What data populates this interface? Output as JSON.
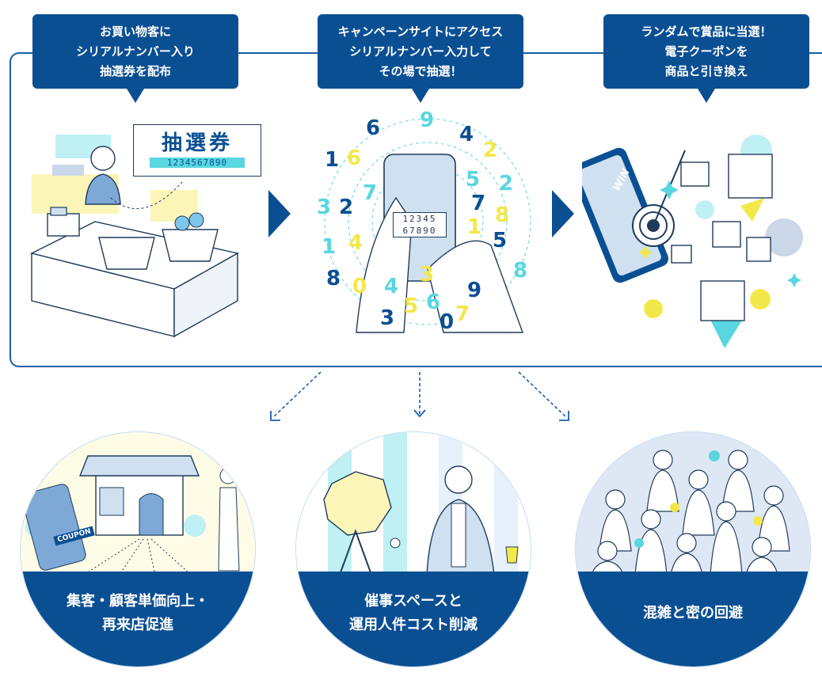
{
  "steps": [
    {
      "lines": [
        "お買い物客に",
        "シリアルナンバー入り",
        "抽選券を配布"
      ]
    },
    {
      "lines": [
        "キャンペーンサイトにアクセス",
        "シリアルナンバー入力して",
        "その場で抽選！"
      ]
    },
    {
      "lines": [
        "ランダムで賞品に当選！",
        "電子クーポンを",
        "商品と引き換え"
      ]
    }
  ],
  "ticket": {
    "title": "抽選券",
    "serial": "1234567890"
  },
  "phone": {
    "keypad_row1": "12345",
    "keypad_row2": "67890"
  },
  "win_label": "WIN",
  "coupon_label": "COUPON",
  "benefits": [
    {
      "lines": [
        "集客・顧客単価向上・",
        "再来店促進"
      ]
    },
    {
      "lines": [
        "催事スペースと",
        "運用人件コスト削減"
      ]
    },
    {
      "lines": [
        "混雑と密の回避"
      ]
    }
  ],
  "colors": {
    "brand": "#0b4f93",
    "cyan": "#59d6e0",
    "yellow": "#f3e84a",
    "light_blue": "#eaf3fb"
  }
}
